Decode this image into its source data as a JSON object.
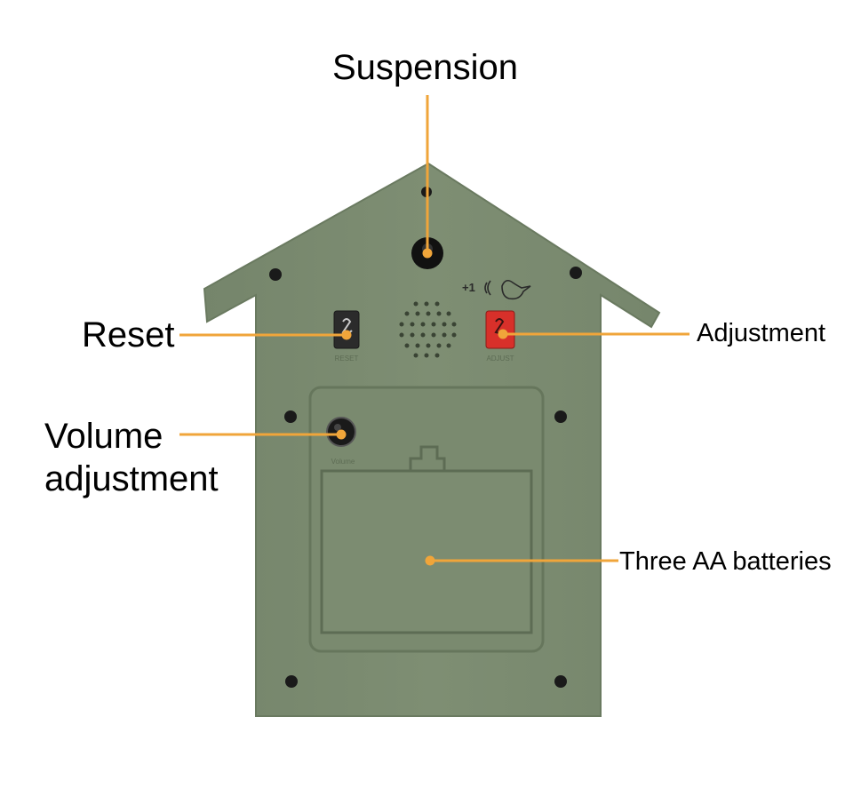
{
  "labels": {
    "suspension": "Suspension",
    "reset": "Reset",
    "volume_line1": "Volume",
    "volume_line2": "adjustment",
    "adjustment": "Adjustment",
    "batteries": "Three AA batteries"
  },
  "device": {
    "plus_one": "+1",
    "reset_small": "RESET",
    "adjust_small": "ADJUST",
    "volume_small": "Volume"
  },
  "colors": {
    "body": "#7b8b70",
    "leader_line": "#f0a53a",
    "adjust_button": "#d8302a",
    "reset_button": "#2b2b2b"
  }
}
